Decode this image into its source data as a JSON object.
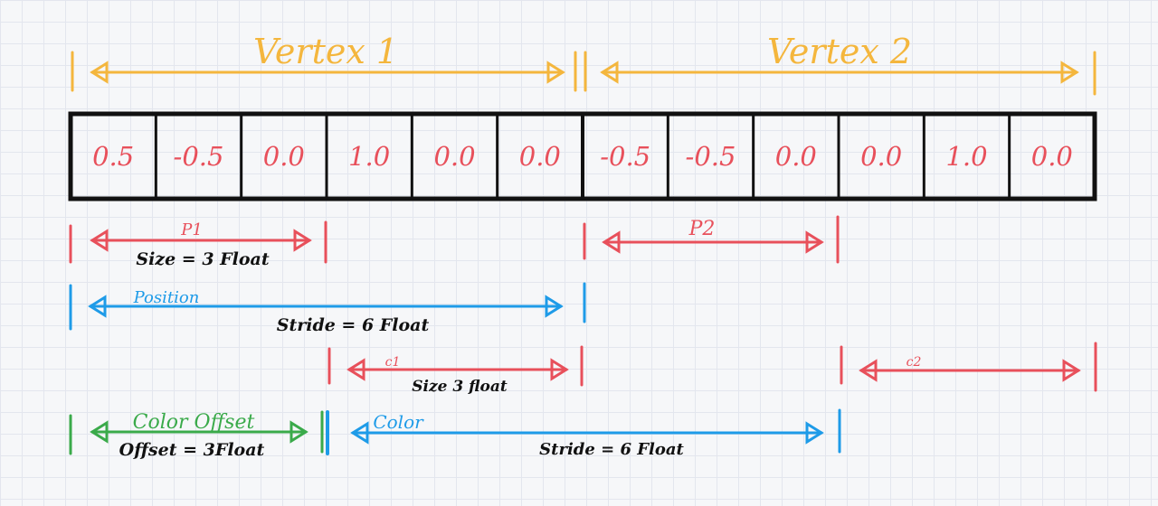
{
  "colors": {
    "yellow": "#f4b63d",
    "red": "#e8505b",
    "blue": "#1e9be8",
    "green": "#3aaa4a",
    "black": "#111111"
  },
  "vertices": [
    {
      "label": "Vertex 1"
    },
    {
      "label": "Vertex 2"
    }
  ],
  "buffer": {
    "values": [
      "0.5",
      "-0.5",
      "0.0",
      "1.0",
      "0.0",
      "0.0",
      "-0.5",
      "-0.5",
      "0.0",
      "0.0",
      "1.0",
      "0.0"
    ]
  },
  "annotations": {
    "p1": {
      "label": "P1",
      "note": "Size = 3 Float"
    },
    "p2": {
      "label": "P2"
    },
    "position": {
      "label": "Position",
      "note": "Stride = 6 Float"
    },
    "c1": {
      "label": "c1",
      "note": "Size 3 float"
    },
    "c2": {
      "label": "c2"
    },
    "color_offset": {
      "label": "Color Offset",
      "note": "Offset = 3Float"
    },
    "color": {
      "label": "Color",
      "note": "Stride = 6 Float"
    }
  }
}
